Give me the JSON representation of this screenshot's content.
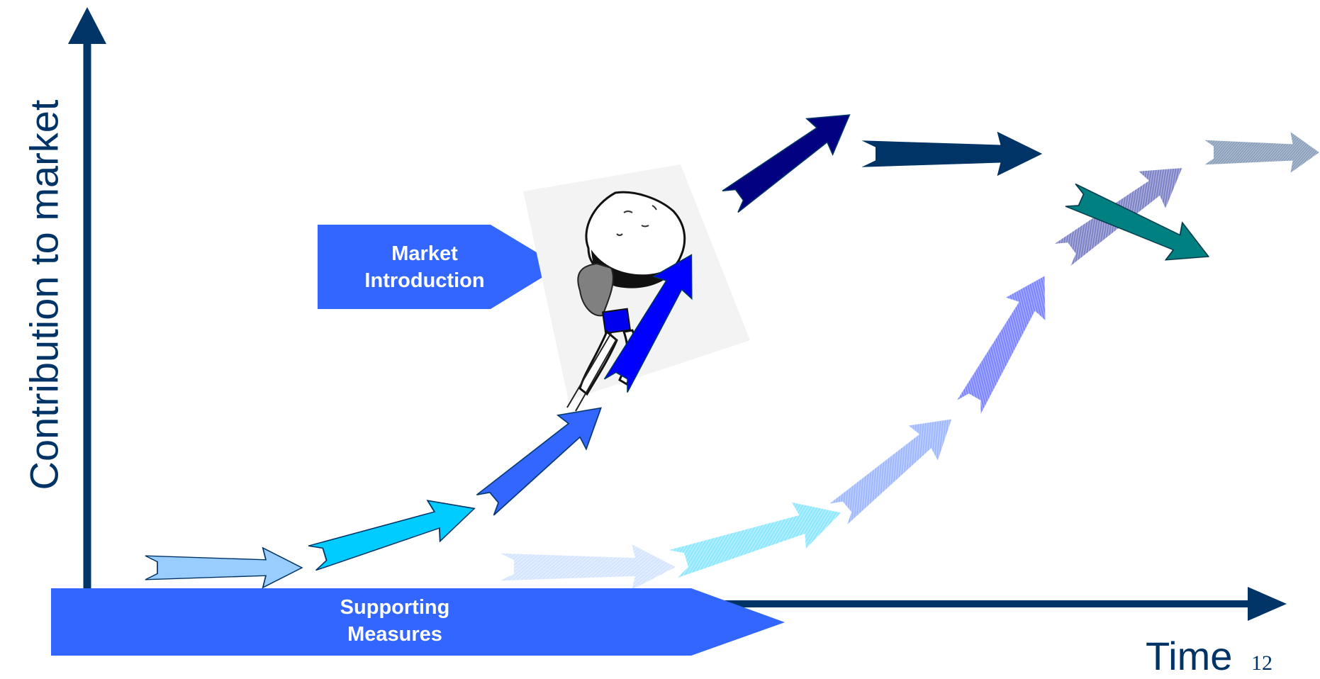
{
  "axes": {
    "y_label": "Contribution to market",
    "x_label": "Time"
  },
  "page_number": "12",
  "callouts": {
    "market_introduction": [
      "Market",
      "Introduction"
    ],
    "supporting_measures": [
      "Supporting",
      "Measures"
    ]
  },
  "illustration": {
    "icon": "sisyphus-pushing-boulder-icon"
  },
  "colors": {
    "axis": "#003366",
    "callout": "#3366FF",
    "path_light_blue": "#99CCFF",
    "path_cyan": "#00CCFF",
    "path_medium_blue": "#3366FF",
    "path_bright_blue": "#0000FF",
    "path_navy": "#000080",
    "path_dark_navy": "#003366",
    "path_teal": "#008080",
    "faded_path_pattern": "hatched"
  }
}
